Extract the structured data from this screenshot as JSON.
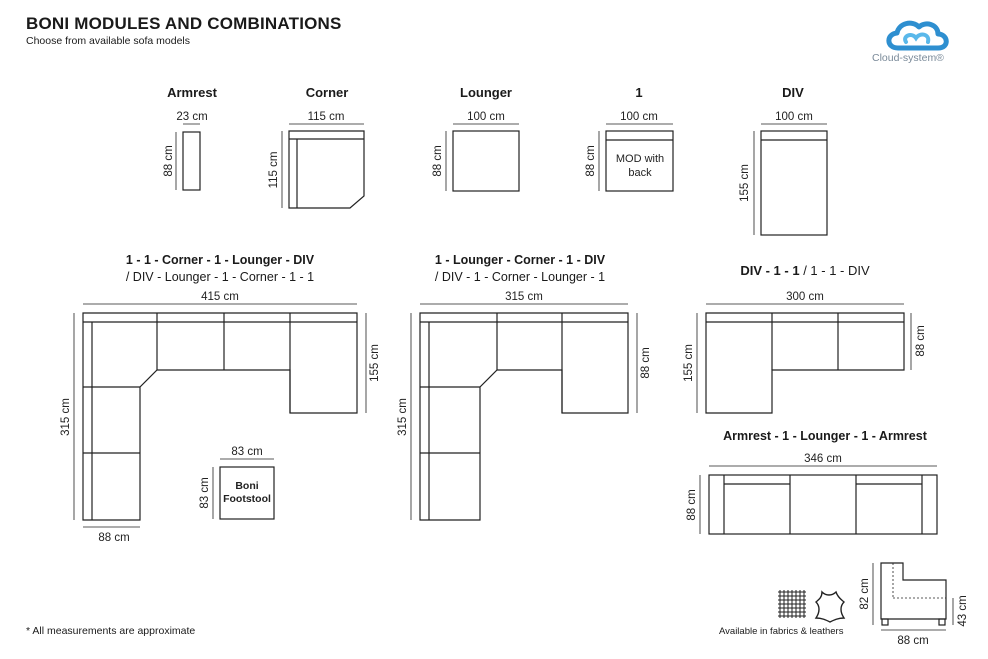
{
  "header": {
    "title": "BONI MODULES AND COMBINATIONS",
    "subtitle": "Choose from available sofa models",
    "logo_text": "Cloud-system®",
    "logo_color": "#2e8fd0"
  },
  "modules": {
    "armrest": {
      "name": "Armrest",
      "width": "23 cm",
      "depth": "88 cm"
    },
    "corner": {
      "name": "Corner",
      "width": "115 cm",
      "depth": "115 cm"
    },
    "lounger": {
      "name": "Lounger",
      "width": "100 cm",
      "depth": "88 cm"
    },
    "one": {
      "name": "1",
      "width": "100 cm",
      "depth": "88 cm",
      "label_1": "MOD with",
      "label_2": "back"
    },
    "div": {
      "name": "DIV",
      "width": "100 cm",
      "depth": "155 cm"
    }
  },
  "combo1": {
    "title_bold": "1 - 1 - Corner - 1 - Lounger - DIV",
    "title_alt": "/ DIV - Lounger - 1 - Corner - 1 - 1",
    "width": "415 cm",
    "height": "315 cm",
    "depth_right": "155 cm",
    "depth_bottom": "88 cm"
  },
  "footstool": {
    "width": "83 cm",
    "depth": "83 cm",
    "label_1": "Boni",
    "label_2": "Footstool"
  },
  "combo2": {
    "title_bold": "1 - Lounger - Corner - 1 - DIV",
    "title_alt": "/ DIV - 1 - Corner - Lounger - 1",
    "width": "315 cm",
    "height": "315 cm",
    "depth_right": "88 cm"
  },
  "combo3": {
    "title_bold": "DIV - 1 - 1",
    "title_alt": "/ 1 - 1 - DIV",
    "width": "300 cm",
    "depth_left": "155 cm",
    "depth_right": "88 cm"
  },
  "combo4": {
    "title_bold": "Armrest - 1 - Lounger - 1 - Armrest",
    "width": "346 cm",
    "depth": "88 cm"
  },
  "profile": {
    "height": "82 cm",
    "seat_height": "43 cm",
    "depth": "88 cm"
  },
  "footer": {
    "note": "* All measurements are approximate",
    "availability": "Available in fabrics & leathers",
    "fabric_icon": "fabric-weave-icon",
    "leather_icon": "leather-hide-icon"
  }
}
